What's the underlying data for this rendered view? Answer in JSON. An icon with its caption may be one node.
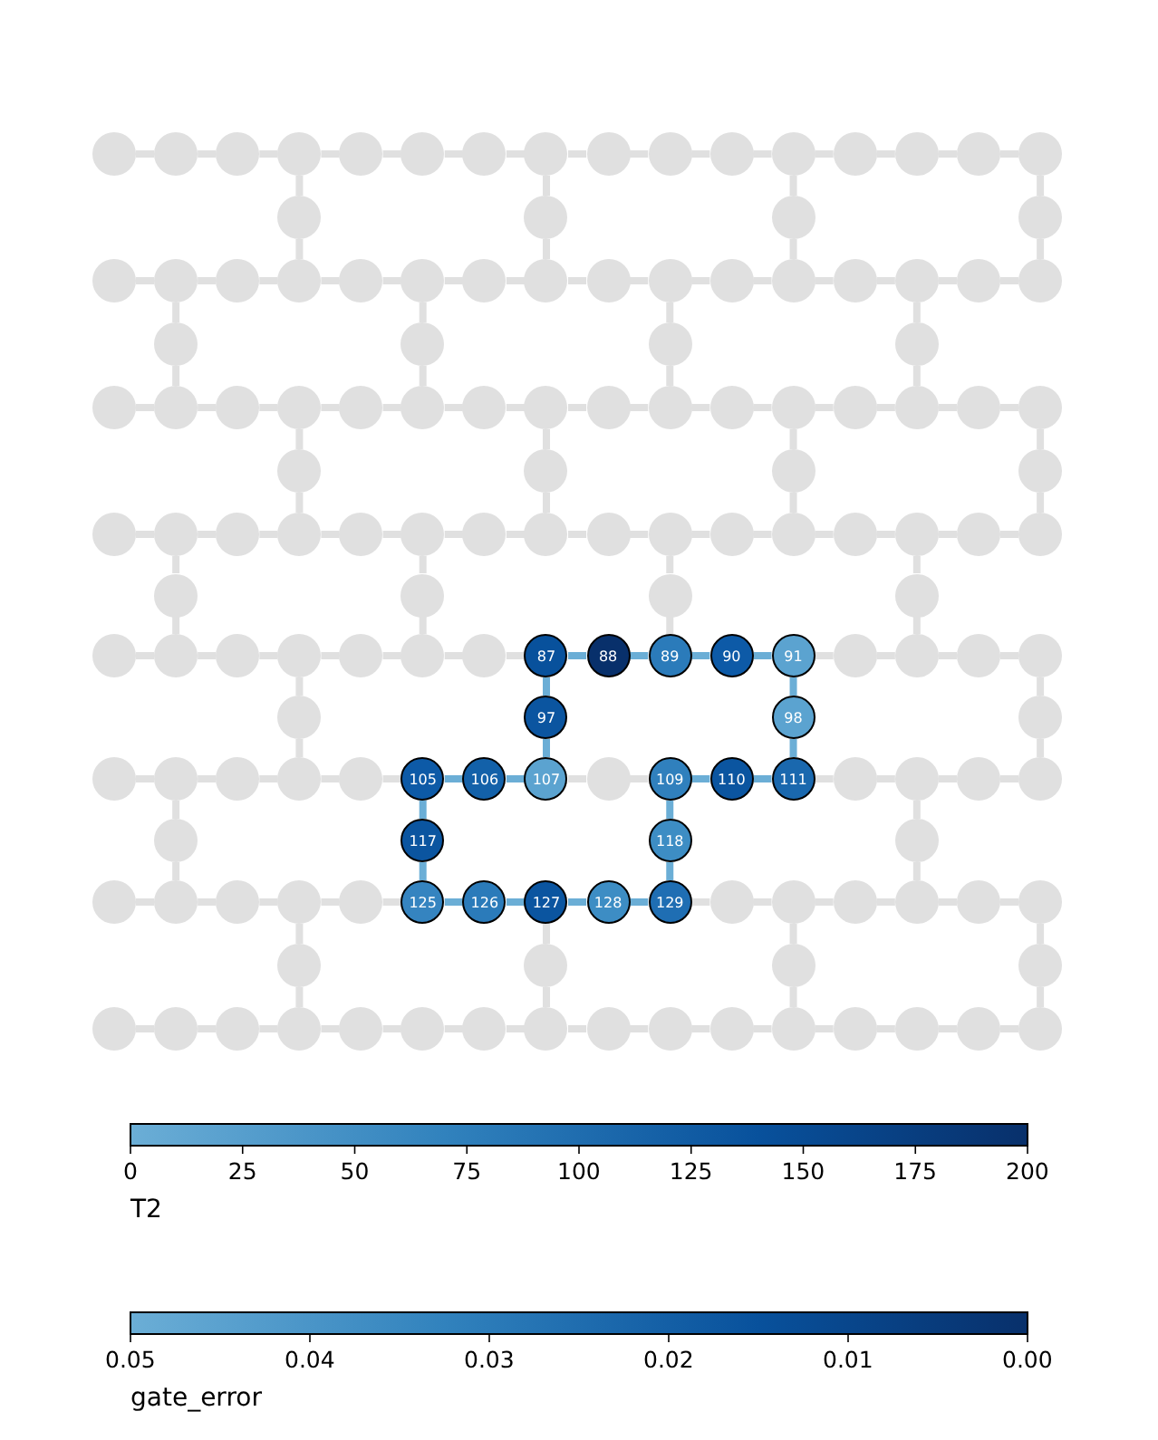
{
  "diagram": {
    "nodes": [
      {
        "text": [],
        "shape": "circle"
      },
      {
        "text": [],
        "shape": "circle"
      },
      {
        "text": [],
        "shape": "circle"
      },
      {
        "text": [],
        "shape": "circle"
      },
      {
        "text": [],
        "shape": "circle"
      },
      {
        "text": [],
        "shape": "circle"
      },
      {
        "text": [],
        "shape": "circle"
      },
      {
        "text": [],
        "shape": "circle"
      },
      {
        "text": [],
        "shape": "circle"
      },
      {
        "text": [],
        "shape": "circle"
      },
      {
        "text": [],
        "shape": "circle"
      },
      {
        "text": [],
        "shape": "circle"
      },
      {
        "text": [],
        "shape": "circle"
      },
      {
        "text": [],
        "shape": "circle"
      },
      {
        "text": [],
        "shape": "circle"
      },
      {
        "text": [],
        "shape": "circle"
      },
      {
        "text": [],
        "shape": "circle"
      },
      {
        "text": [],
        "shape": "circle"
      },
      {
        "text": [],
        "shape": "circle"
      },
      {
        "text": [],
        "shape": "circle"
      },
      {
        "text": [],
        "shape": "circle"
      },
      {
        "text": [],
        "shape": "circle"
      },
      {
        "text": [],
        "shape": "circle"
      },
      {
        "text": [],
        "shape": "circle"
      },
      {
        "text": [],
        "shape": "circle"
      },
      {
        "text": [],
        "shape": "circle"
      },
      {
        "text": [],
        "shape": "circle"
      },
      {
        "text": [],
        "shape": "circle"
      },
      {
        "text": [],
        "shape": "circle"
      },
      {
        "text": [],
        "shape": "circle"
      },
      {
        "text": [],
        "shape": "circle"
      },
      {
        "text": [],
        "shape": "circle"
      },
      {
        "text": [],
        "shape": "circle"
      },
      {
        "text": [],
        "shape": "circle"
      },
      {
        "text": [],
        "shape": "circle"
      },
      {
        "text": [],
        "shape": "circle"
      },
      {
        "text": [],
        "shape": "circle"
      },
      {
        "text": [],
        "shape": "circle"
      },
      {
        "text": [],
        "shape": "circle"
      },
      {
        "text": [],
        "shape": "circle"
      },
      {
        "text": [],
        "shape": "circle"
      },
      {
        "text": [],
        "shape": "circle"
      },
      {
        "text": [],
        "shape": "circle"
      },
      {
        "text": [],
        "shape": "circle"
      },
      {
        "text": [],
        "shape": "circle"
      },
      {
        "text": [],
        "shape": "circle"
      },
      {
        "text": [],
        "shape": "circle"
      },
      {
        "text": [],
        "shape": "circle"
      },
      {
        "text": [],
        "shape": "circle"
      },
      {
        "text": [],
        "shape": "circle"
      },
      {
        "text": [],
        "shape": "circle"
      },
      {
        "text": [],
        "shape": "circle"
      },
      {
        "text": [],
        "shape": "circle"
      },
      {
        "text": [],
        "shape": "circle"
      },
      {
        "text": [],
        "shape": "circle"
      },
      {
        "text": [],
        "shape": "circle"
      },
      {
        "text": [],
        "shape": "circle"
      },
      {
        "text": [],
        "shape": "circle"
      },
      {
        "text": [],
        "shape": "circle"
      },
      {
        "text": [],
        "shape": "circle"
      },
      {
        "text": [],
        "shape": "circle"
      },
      {
        "text": [],
        "shape": "circle"
      },
      {
        "text": [],
        "shape": "circle"
      },
      {
        "text": [],
        "shape": "circle"
      },
      {
        "text": [],
        "shape": "circle"
      },
      {
        "text": [],
        "shape": "circle"
      },
      {
        "text": [],
        "shape": "circle"
      },
      {
        "text": [],
        "shape": "circle"
      },
      {
        "text": [],
        "shape": "circle"
      },
      {
        "text": [],
        "shape": "circle"
      },
      {
        "text": [],
        "shape": "circle"
      },
      {
        "text": [],
        "shape": "circle"
      },
      {
        "text": [],
        "shape": "circle"
      },
      {
        "text": [],
        "shape": "circle"
      },
      {
        "text": [],
        "shape": "circle"
      },
      {
        "text": [],
        "shape": "circle"
      },
      {
        "text": [],
        "shape": "circle"
      },
      {
        "text": [],
        "shape": "circle"
      },
      {
        "text": [],
        "shape": "circle"
      },
      {
        "text": [],
        "shape": "circle"
      },
      {
        "text": [],
        "shape": "circle"
      },
      {
        "text": [],
        "shape": "circle"
      },
      {
        "text": [],
        "shape": "circle"
      },
      {
        "text": [],
        "shape": "circle"
      },
      {
        "text": [],
        "shape": "circle"
      },
      {
        "text": [],
        "shape": "circle"
      },
      {
        "text": [],
        "shape": "circle"
      },
      {
        "text": [
          "87"
        ]
      },
      {
        "text": [
          "88"
        ]
      },
      {
        "text": [
          "89"
        ]
      },
      {
        "text": [
          "90"
        ]
      },
      {
        "text": [
          "91"
        ]
      },
      {
        "text": [],
        "shape": "circle"
      },
      {
        "text": [],
        "shape": "circle"
      },
      {
        "text": [],
        "shape": "circle"
      },
      {
        "text": [],
        "shape": "circle"
      },
      {
        "text": [],
        "shape": "circle"
      },
      {
        "text": [
          "97"
        ]
      },
      {
        "text": [
          "98"
        ]
      },
      {
        "text": [],
        "shape": "circle"
      },
      {
        "text": [],
        "shape": "circle"
      },
      {
        "text": [],
        "shape": "circle"
      },
      {
        "text": [],
        "shape": "circle"
      },
      {
        "text": [],
        "shape": "circle"
      },
      {
        "text": [],
        "shape": "circle"
      },
      {
        "text": [
          "105"
        ]
      },
      {
        "text": [
          "106"
        ]
      },
      {
        "text": [
          "107"
        ]
      },
      {
        "text": [],
        "shape": "circle"
      },
      {
        "text": [
          "109"
        ]
      },
      {
        "text": [
          "110"
        ]
      },
      {
        "text": [
          "111"
        ]
      },
      {
        "text": [],
        "shape": "circle"
      },
      {
        "text": [],
        "shape": "circle"
      },
      {
        "text": [],
        "shape": "circle"
      },
      {
        "text": [],
        "shape": "circle"
      },
      {
        "text": [],
        "shape": "circle"
      },
      {
        "text": [
          "117"
        ]
      },
      {
        "text": [
          "118"
        ]
      },
      {
        "text": [],
        "shape": "circle"
      },
      {
        "text": [],
        "shape": "circle"
      },
      {
        "text": [],
        "shape": "circle"
      },
      {
        "text": [],
        "shape": "circle"
      },
      {
        "text": [],
        "shape": "circle"
      },
      {
        "text": [],
        "shape": "circle"
      },
      {
        "text": [
          "125"
        ]
      },
      {
        "text": [
          "126"
        ]
      },
      {
        "text": [
          "127"
        ]
      },
      {
        "text": [
          "128"
        ]
      },
      {
        "text": [
          "129"
        ]
      },
      {
        "text": [],
        "shape": "circle"
      },
      {
        "text": [],
        "shape": "circle"
      },
      {
        "text": [],
        "shape": "circle"
      },
      {
        "text": [],
        "shape": "circle"
      },
      {
        "text": [],
        "shape": "circle"
      },
      {
        "text": [],
        "shape": "circle"
      },
      {
        "text": [],
        "shape": "circle"
      },
      {
        "text": [],
        "shape": "circle"
      },
      {
        "text": [],
        "shape": "circle"
      },
      {
        "text": [],
        "shape": "circle"
      },
      {
        "text": [],
        "shape": "circle"
      },
      {
        "text": [],
        "shape": "circle"
      },
      {
        "text": [],
        "shape": "circle"
      },
      {
        "text": [],
        "shape": "circle"
      },
      {
        "text": [],
        "shape": "circle"
      },
      {
        "text": [],
        "shape": "circle"
      },
      {
        "text": [],
        "shape": "circle"
      },
      {
        "text": [],
        "shape": "circle"
      },
      {
        "text": [],
        "shape": "circle"
      },
      {
        "text": [],
        "shape": "circle"
      },
      {
        "text": [],
        "shape": "circle"
      },
      {
        "text": [],
        "shape": "circle"
      },
      {
        "text": [],
        "shape": "circle"
      },
      {
        "text": [],
        "shape": "circle"
      },
      {
        "text": [],
        "shape": "circle"
      },
      {
        "text": [],
        "shape": "circle"
      }
    ],
    "edges": [
      {
        "from": 0,
        "to": 1,
        "arrow": "none"
      },
      {
        "from": 1,
        "to": 2,
        "arrow": "none"
      },
      {
        "from": 2,
        "to": 3,
        "arrow": "none"
      },
      {
        "from": 3,
        "to": 4,
        "arrow": "none"
      },
      {
        "from": 4,
        "to": 5,
        "arrow": "none"
      },
      {
        "from": 5,
        "to": 6,
        "arrow": "none"
      },
      {
        "from": 6,
        "to": 7,
        "arrow": "none"
      },
      {
        "from": 7,
        "to": 8,
        "arrow": "none"
      },
      {
        "from": 8,
        "to": 9,
        "arrow": "none"
      },
      {
        "from": 9,
        "to": 10,
        "arrow": "none"
      },
      {
        "from": 10,
        "to": 11,
        "arrow": "none"
      },
      {
        "from": 11,
        "to": 12,
        "arrow": "none"
      },
      {
        "from": 12,
        "to": 13,
        "arrow": "none"
      },
      {
        "from": 13,
        "to": 14,
        "arrow": "none"
      },
      {
        "from": 14,
        "to": 15,
        "arrow": "none"
      },
      {
        "from": 3,
        "to": 16,
        "arrow": "none"
      },
      {
        "from": 16,
        "to": 23,
        "arrow": "none"
      },
      {
        "from": 7,
        "to": 17,
        "arrow": "none"
      },
      {
        "from": 17,
        "to": 27,
        "arrow": "none"
      },
      {
        "from": 11,
        "to": 18,
        "arrow": "none"
      },
      {
        "from": 18,
        "to": 31,
        "arrow": "none"
      },
      {
        "from": 15,
        "to": 19,
        "arrow": "none"
      },
      {
        "from": 19,
        "to": 35,
        "arrow": "none"
      },
      {
        "from": 20,
        "to": 21,
        "arrow": "none"
      },
      {
        "from": 21,
        "to": 22,
        "arrow": "none"
      },
      {
        "from": 22,
        "to": 23,
        "arrow": "none"
      },
      {
        "from": 23,
        "to": 24,
        "arrow": "none"
      },
      {
        "from": 24,
        "to": 25,
        "arrow": "none"
      },
      {
        "from": 25,
        "to": 26,
        "arrow": "none"
      },
      {
        "from": 26,
        "to": 27,
        "arrow": "none"
      },
      {
        "from": 27,
        "to": 28,
        "arrow": "none"
      },
      {
        "from": 28,
        "to": 29,
        "arrow": "none"
      },
      {
        "from": 29,
        "to": 30,
        "arrow": "none"
      },
      {
        "from": 30,
        "to": 31,
        "arrow": "none"
      },
      {
        "from": 31,
        "to": 32,
        "arrow": "none"
      },
      {
        "from": 32,
        "to": 33,
        "arrow": "none"
      },
      {
        "from": 33,
        "to": 34,
        "arrow": "none"
      },
      {
        "from": 34,
        "to": 35,
        "arrow": "none"
      },
      {
        "from": 21,
        "to": 36,
        "arrow": "none"
      },
      {
        "from": 36,
        "to": 41,
        "arrow": "none"
      },
      {
        "from": 25,
        "to": 37,
        "arrow": "none"
      },
      {
        "from": 37,
        "to": 45,
        "arrow": "none"
      },
      {
        "from": 29,
        "to": 38,
        "arrow": "none"
      },
      {
        "from": 38,
        "to": 49,
        "arrow": "none"
      },
      {
        "from": 33,
        "to": 39,
        "arrow": "none"
      },
      {
        "from": 39,
        "to": 53,
        "arrow": "none"
      },
      {
        "from": 40,
        "to": 41,
        "arrow": "none"
      },
      {
        "from": 41,
        "to": 42,
        "arrow": "none"
      },
      {
        "from": 42,
        "to": 43,
        "arrow": "none"
      },
      {
        "from": 43,
        "to": 44,
        "arrow": "none"
      },
      {
        "from": 44,
        "to": 45,
        "arrow": "none"
      },
      {
        "from": 45,
        "to": 46,
        "arrow": "none"
      },
      {
        "from": 46,
        "to": 47,
        "arrow": "none"
      },
      {
        "from": 47,
        "to": 48,
        "arrow": "none"
      },
      {
        "from": 48,
        "to": 49,
        "arrow": "none"
      },
      {
        "from": 49,
        "to": 50,
        "arrow": "none"
      },
      {
        "from": 50,
        "to": 51,
        "arrow": "none"
      },
      {
        "from": 51,
        "to": 52,
        "arrow": "none"
      },
      {
        "from": 52,
        "to": 53,
        "arrow": "none"
      },
      {
        "from": 53,
        "to": 54,
        "arrow": "none"
      },
      {
        "from": 54,
        "to": 55,
        "arrow": "none"
      },
      {
        "from": 43,
        "to": 56,
        "arrow": "none"
      },
      {
        "from": 56,
        "to": 63,
        "arrow": "none"
      },
      {
        "from": 47,
        "to": 57,
        "arrow": "none"
      },
      {
        "from": 57,
        "to": 67,
        "arrow": "none"
      },
      {
        "from": 51,
        "to": 58,
        "arrow": "none"
      },
      {
        "from": 58,
        "to": 71,
        "arrow": "none"
      },
      {
        "from": 55,
        "to": 59,
        "arrow": "none"
      },
      {
        "from": 59,
        "to": 75,
        "arrow": "none"
      },
      {
        "from": 60,
        "to": 61,
        "arrow": "none"
      },
      {
        "from": 61,
        "to": 62,
        "arrow": "none"
      },
      {
        "from": 62,
        "to": 63,
        "arrow": "none"
      },
      {
        "from": 63,
        "to": 64,
        "arrow": "none"
      },
      {
        "from": 64,
        "to": 65,
        "arrow": "none"
      },
      {
        "from": 65,
        "to": 66,
        "arrow": "none"
      },
      {
        "from": 66,
        "to": 67,
        "arrow": "none"
      },
      {
        "from": 67,
        "to": 68,
        "arrow": "none"
      },
      {
        "from": 68,
        "to": 69,
        "arrow": "none"
      },
      {
        "from": 69,
        "to": 70,
        "arrow": "none"
      },
      {
        "from": 70,
        "to": 71,
        "arrow": "none"
      },
      {
        "from": 71,
        "to": 72,
        "arrow": "none"
      },
      {
        "from": 72,
        "to": 73,
        "arrow": "none"
      },
      {
        "from": 73,
        "to": 74,
        "arrow": "none"
      },
      {
        "from": 74,
        "to": 75,
        "arrow": "none"
      },
      {
        "from": 61,
        "to": 76,
        "arrow": "none"
      },
      {
        "from": 76,
        "to": 81,
        "arrow": "none"
      },
      {
        "from": 65,
        "to": 77,
        "arrow": "none"
      },
      {
        "from": 77,
        "to": 85,
        "arrow": "none"
      },
      {
        "from": 69,
        "to": 78,
        "arrow": "none"
      },
      {
        "from": 78,
        "to": 89,
        "arrow": "none"
      },
      {
        "from": 73,
        "to": 79,
        "arrow": "none"
      },
      {
        "from": 79,
        "to": 93,
        "arrow": "none"
      },
      {
        "from": 80,
        "to": 81,
        "arrow": "none"
      },
      {
        "from": 81,
        "to": 82,
        "arrow": "none"
      },
      {
        "from": 82,
        "to": 83,
        "arrow": "none"
      },
      {
        "from": 83,
        "to": 84,
        "arrow": "none"
      },
      {
        "from": 84,
        "to": 85,
        "arrow": "none"
      },
      {
        "from": 85,
        "to": 86,
        "arrow": "none"
      },
      {
        "from": 86,
        "to": 87,
        "arrow": "none"
      },
      {
        "from": 87,
        "to": 88,
        "arrow": "none",
        "color": "#6baed6"
      },
      {
        "from": 88,
        "to": 89,
        "arrow": "none",
        "color": "#6baed6"
      },
      {
        "from": 89,
        "to": 90,
        "arrow": "none",
        "color": "#6baed6"
      },
      {
        "from": 90,
        "to": 91,
        "arrow": "none",
        "color": "#6baed6"
      },
      {
        "from": 91,
        "to": 92,
        "arrow": "none"
      },
      {
        "from": 92,
        "to": 93,
        "arrow": "none"
      },
      {
        "from": 93,
        "to": 94,
        "arrow": "none"
      },
      {
        "from": 94,
        "to": 95,
        "arrow": "none"
      },
      {
        "from": 83,
        "to": 96,
        "arrow": "none"
      },
      {
        "from": 96,
        "to": 103,
        "arrow": "none"
      },
      {
        "from": 87,
        "to": 97,
        "arrow": "none",
        "color": "#6baed6"
      },
      {
        "from": 97,
        "to": 107,
        "arrow": "none",
        "color": "#6baed6"
      },
      {
        "from": 91,
        "to": 98,
        "arrow": "none",
        "color": "#6baed6"
      },
      {
        "from": 98,
        "to": 111,
        "arrow": "none",
        "color": "#6baed6"
      },
      {
        "from": 95,
        "to": 99,
        "arrow": "none"
      },
      {
        "from": 99,
        "to": 115,
        "arrow": "none"
      },
      {
        "from": 100,
        "to": 101,
        "arrow": "none"
      },
      {
        "from": 101,
        "to": 102,
        "arrow": "none"
      },
      {
        "from": 102,
        "to": 103,
        "arrow": "none"
      },
      {
        "from": 103,
        "to": 104,
        "arrow": "none"
      },
      {
        "from": 104,
        "to": 105,
        "arrow": "none"
      },
      {
        "from": 105,
        "to": 106,
        "arrow": "none",
        "color": "#6baed6"
      },
      {
        "from": 106,
        "to": 107,
        "arrow": "none",
        "color": "#6baed6"
      },
      {
        "from": 107,
        "to": 108,
        "arrow": "none"
      },
      {
        "from": 108,
        "to": 109,
        "arrow": "none"
      },
      {
        "from": 109,
        "to": 110,
        "arrow": "none",
        "color": "#6baed6"
      },
      {
        "from": 110,
        "to": 111,
        "arrow": "none",
        "color": "#6baed6"
      },
      {
        "from": 111,
        "to": 112,
        "arrow": "none"
      },
      {
        "from": 112,
        "to": 113,
        "arrow": "none"
      },
      {
        "from": 113,
        "to": 114,
        "arrow": "none"
      },
      {
        "from": 114,
        "to": 115,
        "arrow": "none"
      },
      {
        "from": 101,
        "to": 116,
        "arrow": "none"
      },
      {
        "from": 116,
        "to": 121,
        "arrow": "none"
      },
      {
        "from": 105,
        "to": 117,
        "arrow": "none",
        "color": "#6baed6"
      },
      {
        "from": 117,
        "to": 125,
        "arrow": "none",
        "color": "#6baed6"
      },
      {
        "from": 109,
        "to": 118,
        "arrow": "none",
        "color": "#6baed6"
      },
      {
        "from": 118,
        "to": 129,
        "arrow": "none",
        "color": "#6baed6"
      },
      {
        "from": 113,
        "to": 119,
        "arrow": "none"
      },
      {
        "from": 119,
        "to": 133,
        "arrow": "none"
      },
      {
        "from": 120,
        "to": 121,
        "arrow": "none"
      },
      {
        "from": 121,
        "to": 122,
        "arrow": "none"
      },
      {
        "from": 122,
        "to": 123,
        "arrow": "none"
      },
      {
        "from": 123,
        "to": 124,
        "arrow": "none"
      },
      {
        "from": 124,
        "to": 125,
        "arrow": "none"
      },
      {
        "from": 125,
        "to": 126,
        "arrow": "none",
        "color": "#6baed6"
      },
      {
        "from": 126,
        "to": 127,
        "arrow": "none",
        "color": "#6baed6"
      },
      {
        "from": 127,
        "to": 128,
        "arrow": "none",
        "color": "#6baed6"
      },
      {
        "from": 128,
        "to": 129,
        "arrow": "none",
        "color": "#6baed6"
      },
      {
        "from": 129,
        "to": 130,
        "arrow": "none"
      },
      {
        "from": 130,
        "to": 131,
        "arrow": "none"
      },
      {
        "from": 131,
        "to": 132,
        "arrow": "none"
      },
      {
        "from": 132,
        "to": 133,
        "arrow": "none"
      },
      {
        "from": 133,
        "to": 134,
        "arrow": "none"
      },
      {
        "from": 134,
        "to": 135,
        "arrow": "none"
      },
      {
        "from": 123,
        "to": 136,
        "arrow": "none"
      },
      {
        "from": 136,
        "to": 143,
        "arrow": "none"
      },
      {
        "from": 127,
        "to": 137,
        "arrow": "none"
      },
      {
        "from": 137,
        "to": 147,
        "arrow": "none"
      },
      {
        "from": 131,
        "to": 138,
        "arrow": "none"
      },
      {
        "from": 138,
        "to": 151,
        "arrow": "none"
      },
      {
        "from": 135,
        "to": 139,
        "arrow": "none"
      },
      {
        "from": 139,
        "to": 155,
        "arrow": "none"
      },
      {
        "from": 140,
        "to": 141,
        "arrow": "none"
      },
      {
        "from": 141,
        "to": 142,
        "arrow": "none"
      },
      {
        "from": 142,
        "to": 143,
        "arrow": "none"
      },
      {
        "from": 143,
        "to": 144,
        "arrow": "none"
      },
      {
        "from": 144,
        "to": 145,
        "arrow": "none"
      },
      {
        "from": 145,
        "to": 146,
        "arrow": "none"
      },
      {
        "from": 146,
        "to": 147,
        "arrow": "none"
      },
      {
        "from": 147,
        "to": 148,
        "arrow": "none"
      },
      {
        "from": 148,
        "to": 149,
        "arrow": "none"
      },
      {
        "from": 149,
        "to": 150,
        "arrow": "none"
      },
      {
        "from": 150,
        "to": 151,
        "arrow": "none"
      },
      {
        "from": 151,
        "to": 152,
        "arrow": "none"
      },
      {
        "from": 152,
        "to": 153,
        "arrow": "none"
      },
      {
        "from": 153,
        "to": 154,
        "arrow": "none"
      },
      {
        "from": 154,
        "to": 155,
        "arrow": "none"
      }
    ],
    "labels": [
      "0",
      "25",
      "50",
      "75",
      "100",
      "125",
      "150",
      "175",
      "200",
      "T2",
      "0.05",
      "0.04",
      "0.03",
      "0.02",
      "0.01",
      "0.00",
      "gate_error"
    ]
  }
}
